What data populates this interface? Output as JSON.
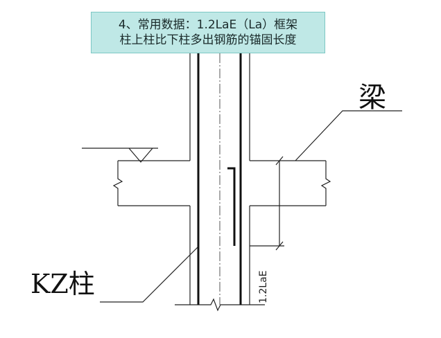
{
  "caption": {
    "line1": "4、常用数据：1.2LaE（La）框架",
    "line2": "柱上柱比下柱多出钢筋的锚固长度"
  },
  "labels": {
    "beam": "梁",
    "column": "KZ柱",
    "dimension": "1.2LaE"
  },
  "colors": {
    "caption_background": "#bfe8e6",
    "line": "#111111"
  }
}
